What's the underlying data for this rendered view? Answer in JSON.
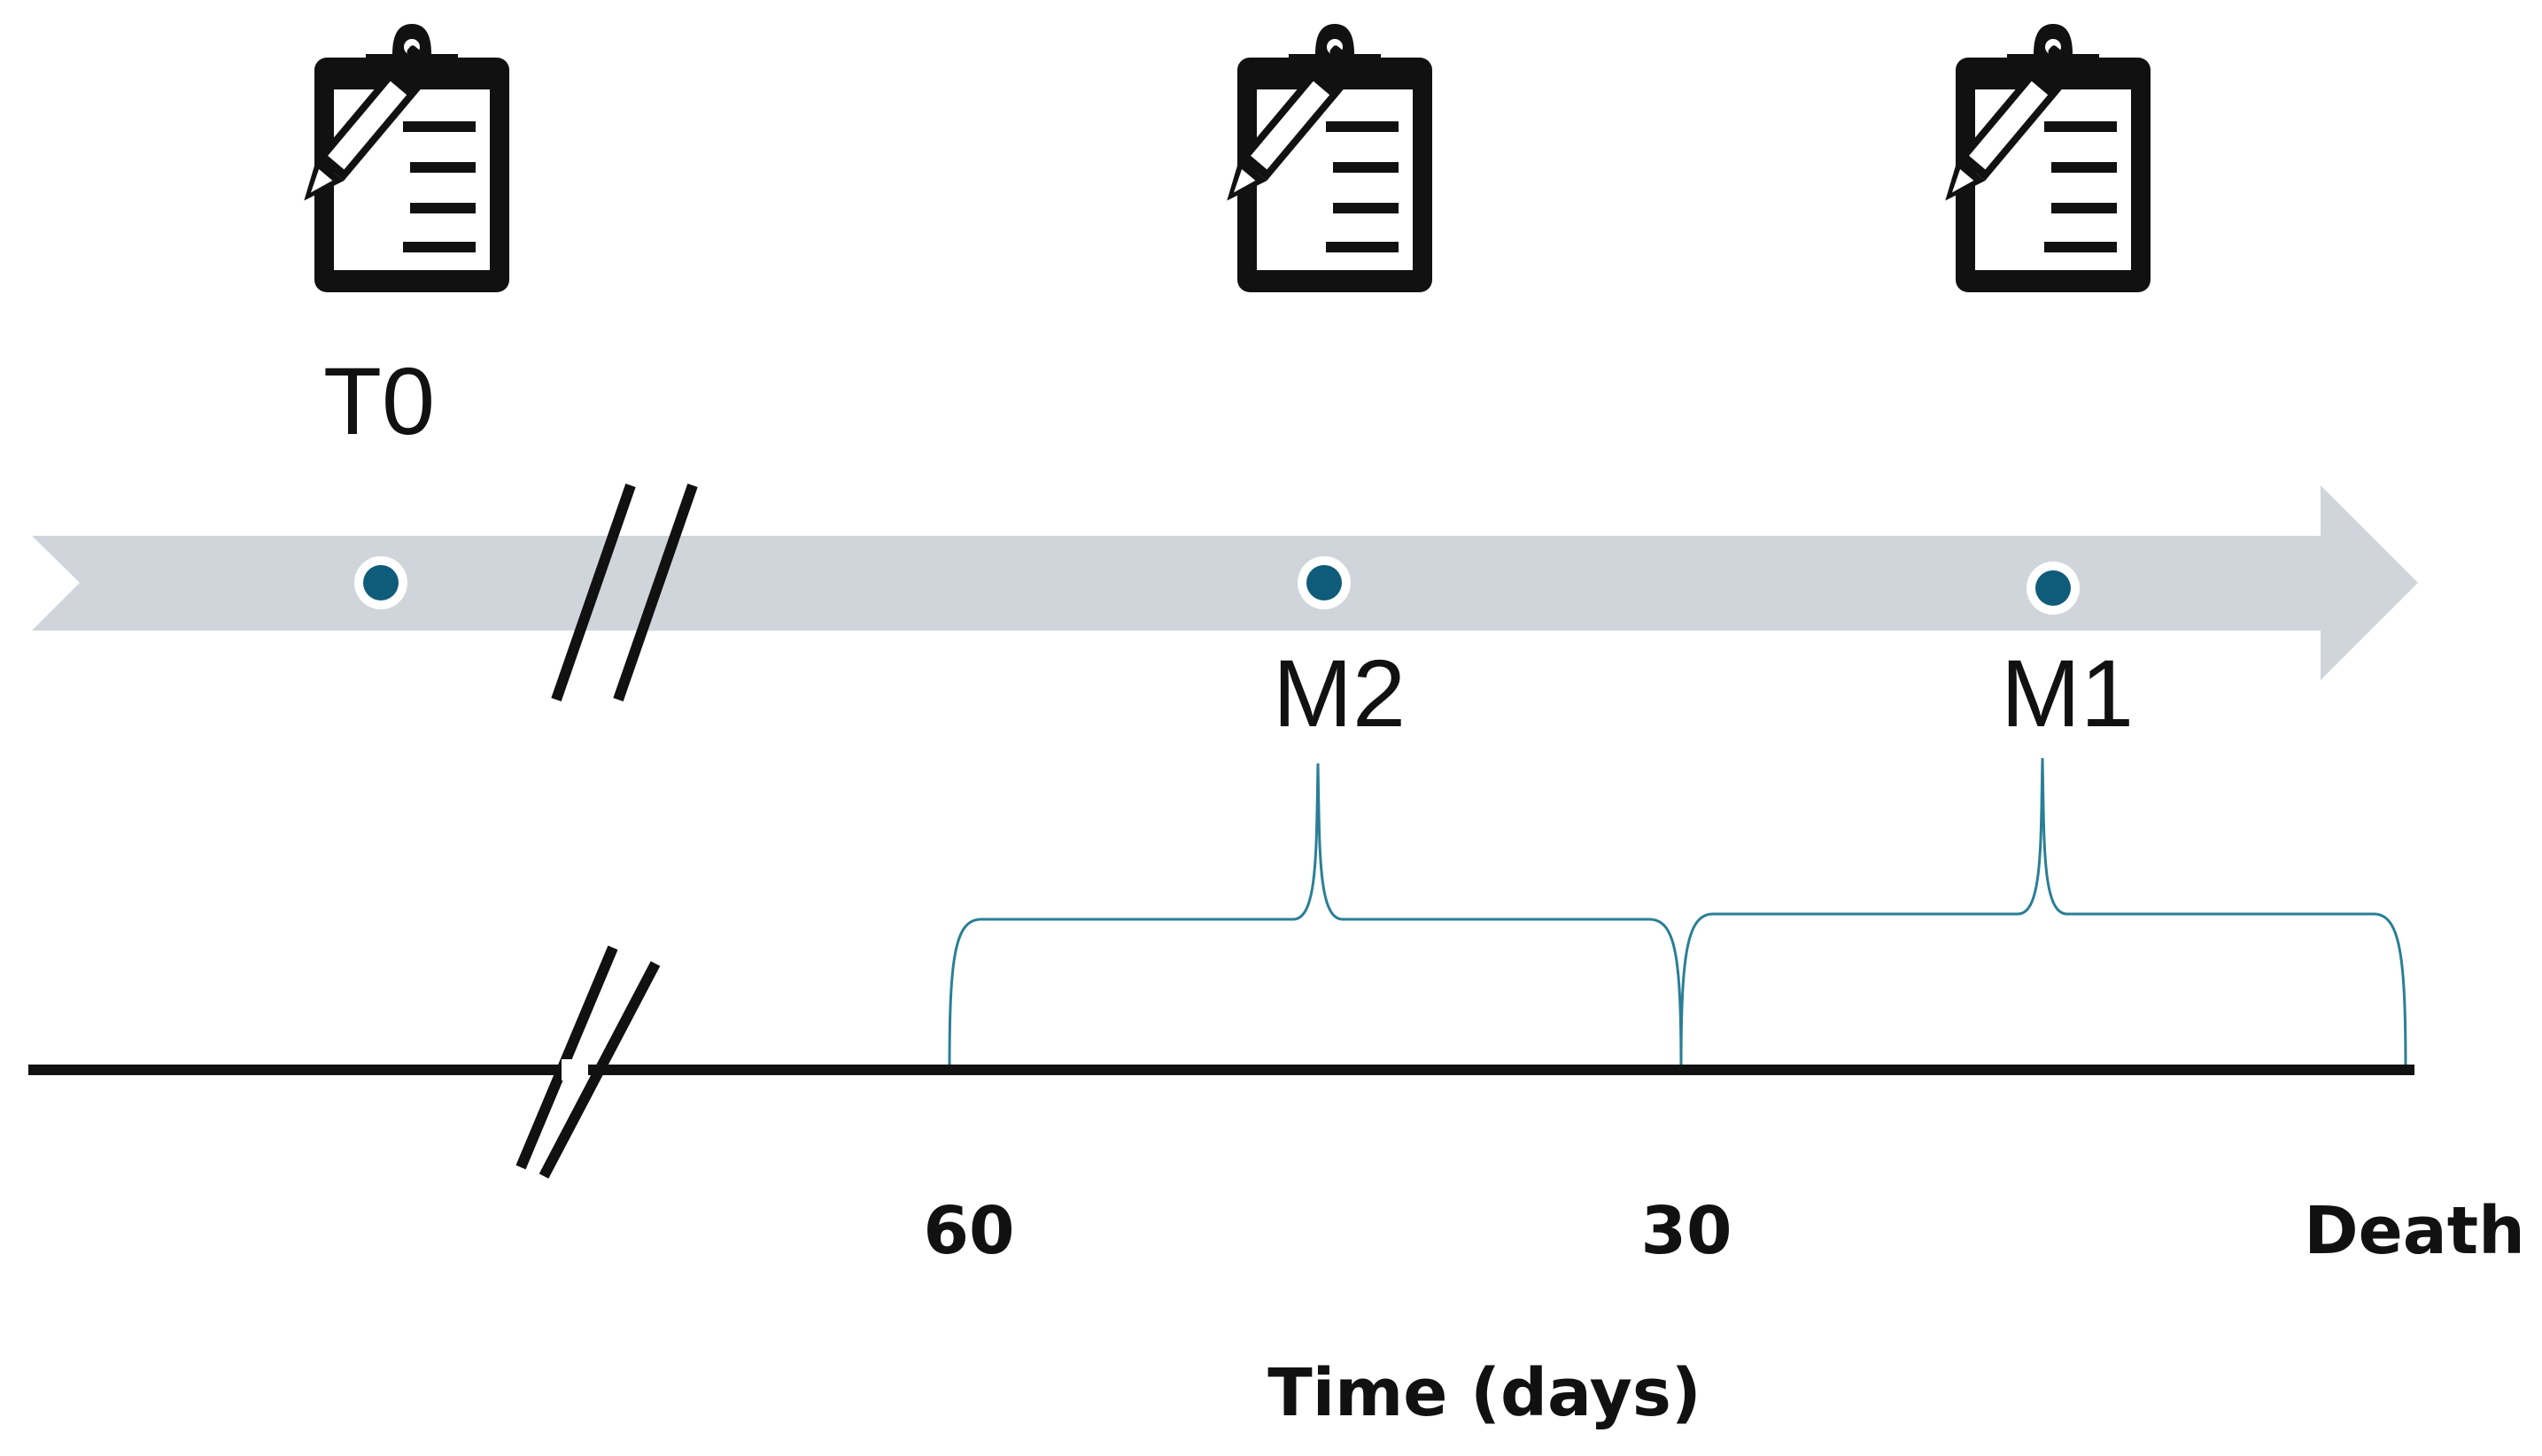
{
  "timepoints": [
    {
      "id": "t0",
      "label": "T0"
    },
    {
      "id": "m2",
      "label": "M2"
    },
    {
      "id": "m1",
      "label": "M1"
    }
  ],
  "axis": {
    "ticks": [
      "60",
      "30",
      "Death"
    ],
    "title": "Time (days)"
  },
  "icons": [
    "clipboard-pencil-icon",
    "clipboard-pencil-icon",
    "clipboard-pencil-icon"
  ],
  "colors": {
    "arrow": "#cfd5da",
    "dot": "#0e5c7a",
    "bracket": "#2a7f96",
    "axis_line": "#111111"
  }
}
